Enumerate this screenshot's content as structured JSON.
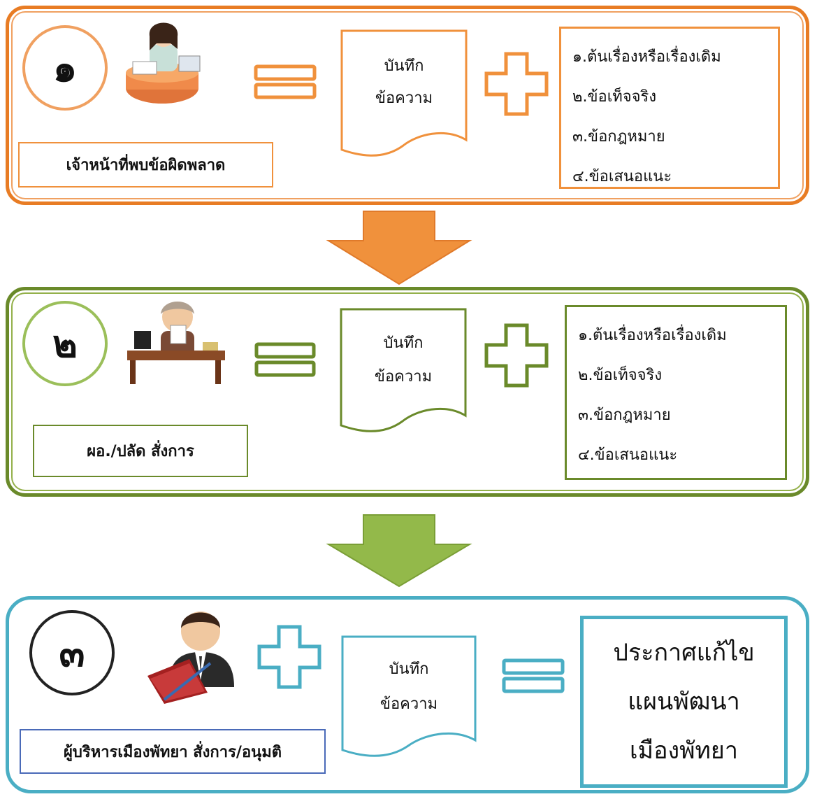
{
  "doc_label": [
    "บันทึก",
    "ข้อความ"
  ],
  "steps": [
    {
      "number": "๑",
      "role": "เจ้าหน้าที่พบข้อผิดพลาด",
      "operator1": "equals",
      "operator2": "plus",
      "items": [
        "๑.ต้นเรื่องหรือเรื่องเดิม",
        "๒.ข้อเท็จจริง",
        "๓.ข้อกฎหมาย",
        "๔.ข้อเสนอแนะ"
      ],
      "color": "#e87c24",
      "icon": "woman-at-desk-icon"
    },
    {
      "number": "๒",
      "role": "ผอ./ปลัด สั่งการ",
      "operator1": "equals",
      "operator2": "plus",
      "items": [
        "๑.ต้นเรื่องหรือเรื่องเดิม",
        "๒.ข้อเท็จจริง",
        "๓.ข้อกฎหมาย",
        "๔.ข้อเสนอแนะ"
      ],
      "color": "#6a8a2a",
      "icon": "manager-at-desk-icon"
    },
    {
      "number": "๓",
      "role": "ผู้บริหารเมืองพัทยา สั่งการ/อนุมติ",
      "operator1": "plus",
      "operator2": "equals",
      "result": [
        "ประกาศแก้ไข",
        "แผนพัฒนา",
        "เมืองพัทยา"
      ],
      "color": "#4aaec4",
      "icon": "executive-with-book-icon"
    }
  ],
  "arrows": [
    {
      "color": "#f0913c",
      "icon": "down-arrow-icon"
    },
    {
      "color": "#93b94a",
      "icon": "down-arrow-icon"
    }
  ]
}
